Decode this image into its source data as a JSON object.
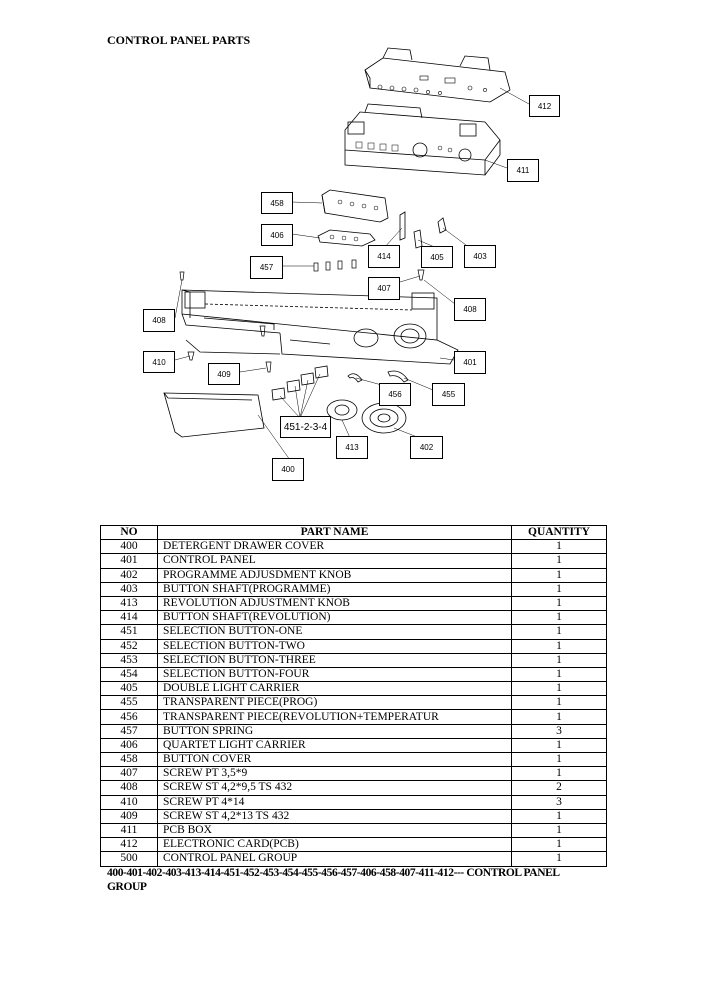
{
  "page_title": "CONTROL PANEL PARTS",
  "callouts": [
    {
      "id": "c412",
      "label": "412"
    },
    {
      "id": "c411",
      "label": "411"
    },
    {
      "id": "c458",
      "label": "458"
    },
    {
      "id": "c406",
      "label": "406"
    },
    {
      "id": "c414",
      "label": "414"
    },
    {
      "id": "c405",
      "label": "405"
    },
    {
      "id": "c403",
      "label": "403"
    },
    {
      "id": "c457",
      "label": "457"
    },
    {
      "id": "c407",
      "label": "407"
    },
    {
      "id": "c408a",
      "label": "408"
    },
    {
      "id": "c408b",
      "label": "408"
    },
    {
      "id": "c410",
      "label": "410"
    },
    {
      "id": "c409",
      "label": "409"
    },
    {
      "id": "c401",
      "label": "401"
    },
    {
      "id": "c456",
      "label": "456"
    },
    {
      "id": "c455",
      "label": "455"
    },
    {
      "id": "c451",
      "label": "451-2-3-4"
    },
    {
      "id": "c413",
      "label": "413"
    },
    {
      "id": "c402",
      "label": "402"
    },
    {
      "id": "c400",
      "label": "400"
    }
  ],
  "table": {
    "headers": [
      "NO",
      "PART NAME",
      "QUANTITY"
    ],
    "rows": [
      [
        "400",
        "DETERGENT DRAWER COVER",
        "1"
      ],
      [
        "401",
        "CONTROL PANEL",
        "1"
      ],
      [
        "402",
        "PROGRAMME ADJUSDMENT KNOB",
        "1"
      ],
      [
        "403",
        "BUTTON SHAFT(PROGRAMME)",
        "1"
      ],
      [
        "413",
        "REVOLUTION ADJUSTMENT KNOB",
        "1"
      ],
      [
        "414",
        "BUTTON SHAFT(REVOLUTION)",
        "1"
      ],
      [
        "451",
        "SELECTION BUTTON-ONE",
        "1"
      ],
      [
        "452",
        "SELECTION BUTTON-TWO",
        "1"
      ],
      [
        "453",
        "SELECTION BUTTON-THREE",
        "1"
      ],
      [
        "454",
        "SELECTION BUTTON-FOUR",
        "1"
      ],
      [
        "405",
        "DOUBLE LIGHT CARRIER",
        "1"
      ],
      [
        "455",
        "TRANSPARENT PIECE(PROG)",
        "1"
      ],
      [
        "456",
        "TRANSPARENT PIECE(REVOLUTION+TEMPERATUR",
        "1"
      ],
      [
        "457",
        "BUTTON SPRING",
        "3"
      ],
      [
        "406",
        "QUARTET LIGHT CARRIER",
        "1"
      ],
      [
        "458",
        "BUTTON COVER",
        "1"
      ],
      [
        "407",
        "SCREW PT 3,5*9",
        "1"
      ],
      [
        "408",
        "SCREW ST 4,2*9,5 TS 432",
        "2"
      ],
      [
        "410",
        "SCREW PT 4*14",
        "3"
      ],
      [
        "409",
        "SCREW  ST 4,2*13 TS 432",
        "1"
      ],
      [
        "411",
        "PCB BOX",
        "1"
      ],
      [
        "412",
        "ELECTRONIC CARD(PCB)",
        "1"
      ],
      [
        "500",
        "CONTROL PANEL GROUP",
        "1"
      ]
    ]
  },
  "footer_note": "400-401-402-403-413-414-451-452-453-454-455-456-457-406-458-407-411-412--- CONTROL PANEL GROUP"
}
